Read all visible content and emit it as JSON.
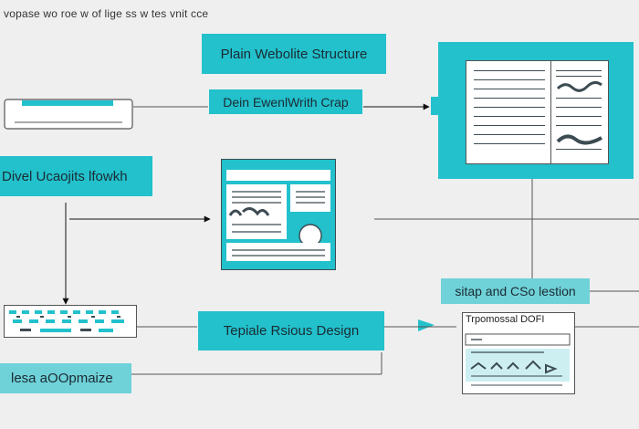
{
  "caption": "vopase wo roe w of lige ss w tes vnit cce",
  "nodes": {
    "plan_structure": "Plain Webolite Structure",
    "design_event": "Dein EwenlWrith Crap",
    "devel_insights": "Divel Ucaojits lfowkh",
    "template_design": "Tepiale Rsious Design",
    "setup_section": "sitap and CSo lestion",
    "test_optimize": "lesa aOOpmaize",
    "responsive_label": "Trpomossal DOFI"
  },
  "colors": {
    "accent": "#22c1cc",
    "accent_light": "#6fd2d8",
    "line": "#555555",
    "ink": "#3d4b52"
  },
  "icons": [
    "laptop-icon",
    "monitor-icon",
    "browser-window-icon",
    "keyboard-icon",
    "responsive-page-icon"
  ]
}
